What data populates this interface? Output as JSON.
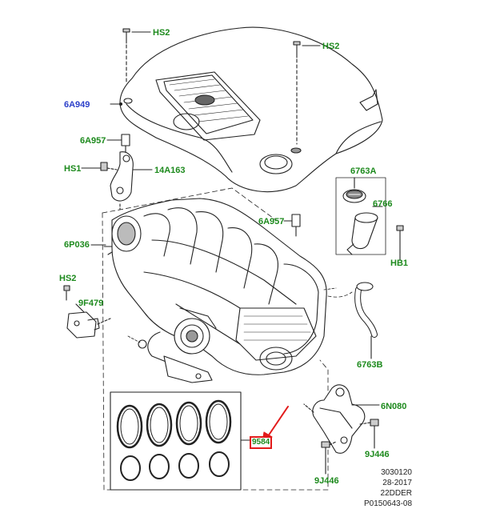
{
  "colors": {
    "label_green": "#1d8a1d",
    "label_blue": "#2b3fc9",
    "highlight_red": "#e21b1b",
    "line": "#222222"
  },
  "labels": {
    "hs2_top": "HS2",
    "hs2_right": "HS2",
    "cover": "6A949",
    "stud_left": "6A957",
    "hs1": "HS1",
    "bracket": "14A163",
    "cap": "6763A",
    "cap_seal": "6766",
    "stud_mid": "6A957",
    "hb1": "HB1",
    "manifold": "6P036",
    "hs2_left": "HS2",
    "sensor": "9F479",
    "hose": "6763B",
    "mount": "6N080",
    "gasket": "9584",
    "bolt_right": "9J446",
    "bolt_bottom": "9J446"
  },
  "reference": {
    "line1": "3030120",
    "line2": "28-2017",
    "line3": "22DDER",
    "line4": "P0150643-08"
  }
}
